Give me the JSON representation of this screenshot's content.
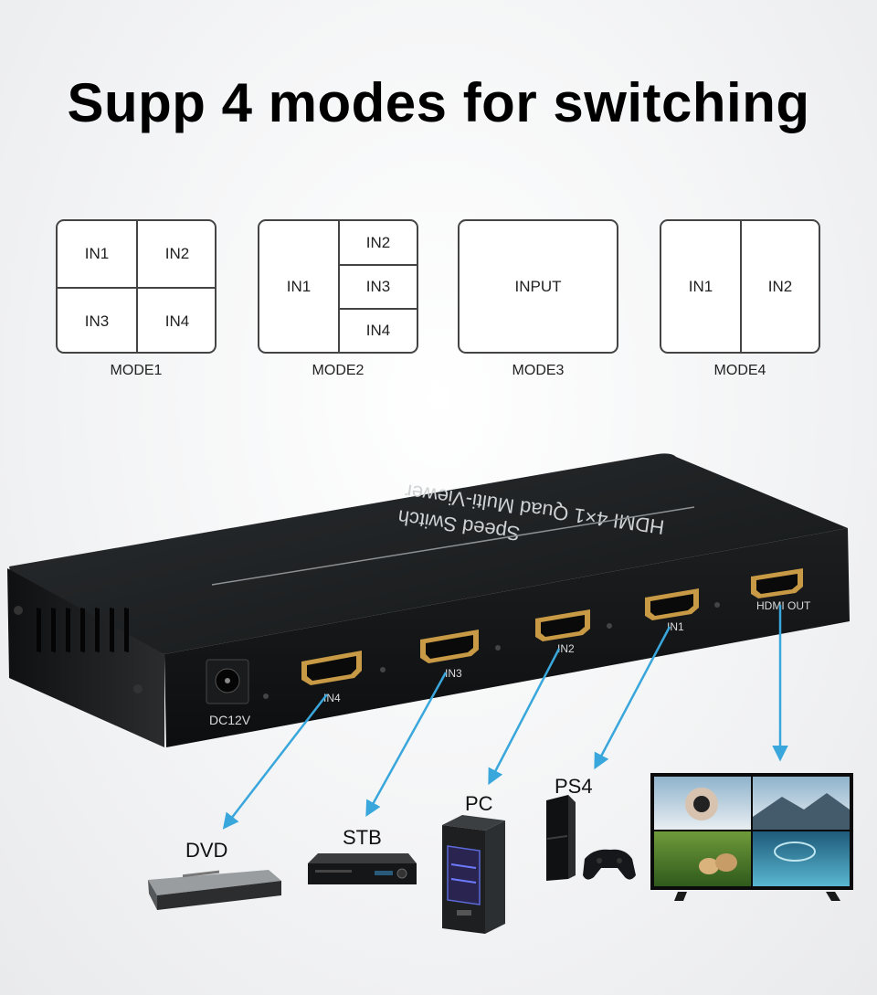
{
  "headline": "Supp 4 modes for switching",
  "modes": [
    {
      "label": "MODE1",
      "cells": [
        "IN1",
        "IN2",
        "IN3",
        "IN4"
      ]
    },
    {
      "label": "MODE2",
      "cells": [
        "IN1",
        "IN2",
        "IN3",
        "IN4"
      ]
    },
    {
      "label": "MODE3",
      "cells": [
        "INPUT"
      ]
    },
    {
      "label": "MODE4",
      "cells": [
        "IN1",
        "IN2"
      ]
    }
  ],
  "device": {
    "top_text": "HDMI 4×1 Quad Multi-Viewer",
    "sub_text": "Speed Switch",
    "power_label": "DC12V",
    "ports": [
      "IN4",
      "IN3",
      "IN2",
      "IN1",
      "HDMI OUT"
    ]
  },
  "sources": [
    "DVD",
    "STB",
    "PC",
    "PS4"
  ],
  "colors": {
    "arrow": "#39a7dc",
    "box_border": "#444444",
    "device_body": "#17191b"
  }
}
